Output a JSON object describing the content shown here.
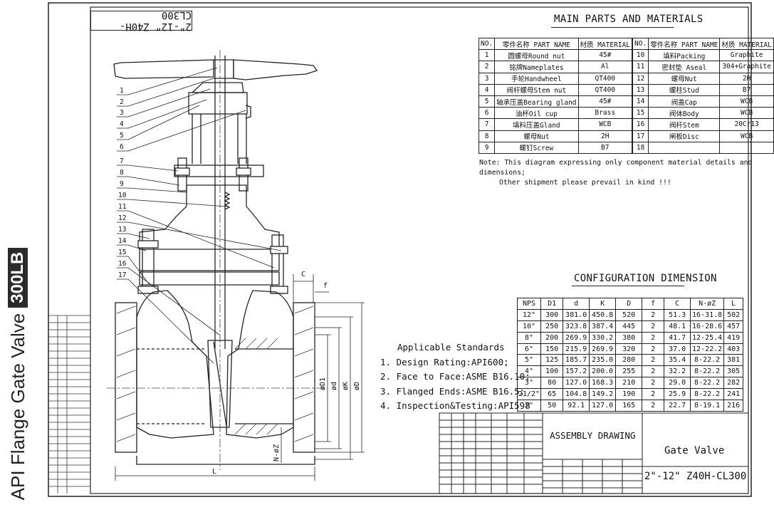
{
  "side_title": {
    "main": "API Flange Gate Valve",
    "badge": "300LB"
  },
  "drawing_code_rotated": "2\"-12\" Z40H-CL300",
  "parts_table": {
    "title": "MAIN PARTS AND MATERIALS",
    "headers": [
      "NO.",
      "零件名称 PART NAME",
      "材质 MATERIAL",
      "NO.",
      "零件名称 PART NAME",
      "材质 MATERIAL"
    ],
    "left": [
      {
        "no": "1",
        "name": "圆螺母Round nut",
        "material": "45#"
      },
      {
        "no": "2",
        "name": "铭牌Nameplates",
        "material": "Al"
      },
      {
        "no": "3",
        "name": "手轮Handwheel",
        "material": "QT400"
      },
      {
        "no": "4",
        "name": "阀杆螺母Stem nut",
        "material": "QT400"
      },
      {
        "no": "5",
        "name": "轴承压盖Bearing gland",
        "material": "45#"
      },
      {
        "no": "6",
        "name": "油杯Oil cup",
        "material": "Brass"
      },
      {
        "no": "7",
        "name": "填料压盖Gland",
        "material": "WCB"
      },
      {
        "no": "8",
        "name": "螺母Nut",
        "material": "2H"
      },
      {
        "no": "9",
        "name": "螺钉Screw",
        "material": "B7"
      }
    ],
    "right": [
      {
        "no": "10",
        "name": "填料Packing",
        "material": "Graphite"
      },
      {
        "no": "11",
        "name": "密封垫 Aseal",
        "material": "304+Graphite"
      },
      {
        "no": "12",
        "name": "螺母Nut",
        "material": "2H"
      },
      {
        "no": "13",
        "name": "螺柱Stud",
        "material": "B7"
      },
      {
        "no": "14",
        "name": "阀盖Cap",
        "material": "WCB"
      },
      {
        "no": "15",
        "name": "阀体Body",
        "material": "WCB"
      },
      {
        "no": "16",
        "name": "阀杆Stem",
        "material": "20Cr13"
      },
      {
        "no": "17",
        "name": "闸板Disc",
        "material": "WCB"
      },
      {
        "no": "18",
        "name": "",
        "material": ""
      }
    ]
  },
  "note": {
    "line1": "Note: This diagram expressing only component material details and dimensions;",
    "line2": "Other shipment please prevail in kind !!!"
  },
  "config_table": {
    "title": "CONFIGURATION DIMENSION",
    "headers": [
      "NPS",
      "D1",
      "d",
      "K",
      "D",
      "f",
      "C",
      "N-øZ",
      "L"
    ],
    "rows": [
      [
        "12\"",
        "300",
        "381.0",
        "450.8",
        "520",
        "2",
        "51.3",
        "16-31.8",
        "502"
      ],
      [
        "10\"",
        "250",
        "323.8",
        "387.4",
        "445",
        "2",
        "48.1",
        "16-28.6",
        "457"
      ],
      [
        "8\"",
        "200",
        "269.9",
        "330.2",
        "380",
        "2",
        "41.7",
        "12-25.4",
        "419"
      ],
      [
        "6\"",
        "150",
        "215.9",
        "269.9",
        "320",
        "2",
        "37.0",
        "12-22.2",
        "403"
      ],
      [
        "5\"",
        "125",
        "185.7",
        "235.0",
        "280",
        "2",
        "35.4",
        "8-22.2",
        "381"
      ],
      [
        "4\"",
        "100",
        "157.2",
        "200.0",
        "255",
        "2",
        "32.2",
        "8-22.2",
        "305"
      ],
      [
        "3\"",
        "80",
        "127.0",
        "168.3",
        "210",
        "2",
        "29.0",
        "8-22.2",
        "282"
      ],
      [
        "21/2\"",
        "65",
        "104.8",
        "149.2",
        "190",
        "2",
        "25.9",
        "8-22.2",
        "241"
      ],
      [
        "2\"",
        "50",
        "92.1",
        "127.0",
        "165",
        "2",
        "22.7",
        "8-19.1",
        "216"
      ]
    ]
  },
  "standards": {
    "title": "Applicable Standards",
    "items": [
      "1. Design Rating:API600;",
      "2. Face to Face:ASME B16.10;",
      "3. Flanged Ends:ASME B16.5;",
      "4. Inspection&Testing:API598"
    ]
  },
  "title_block": {
    "drawing_type": "ASSEMBLY DRAWING",
    "product": "Gate Valve",
    "model": "2\"-12\" Z40H-CL300"
  },
  "callouts": [
    "1",
    "2",
    "3",
    "4",
    "5",
    "6",
    "7",
    "8",
    "9",
    "10",
    "11",
    "12",
    "13",
    "14",
    "15",
    "16",
    "17"
  ],
  "dimension_labels": {
    "C": "C",
    "f": "f",
    "D1": "øD1",
    "d": "ød",
    "K": "øK",
    "D": "øD",
    "NZ": "N-øZ",
    "L": "L"
  }
}
